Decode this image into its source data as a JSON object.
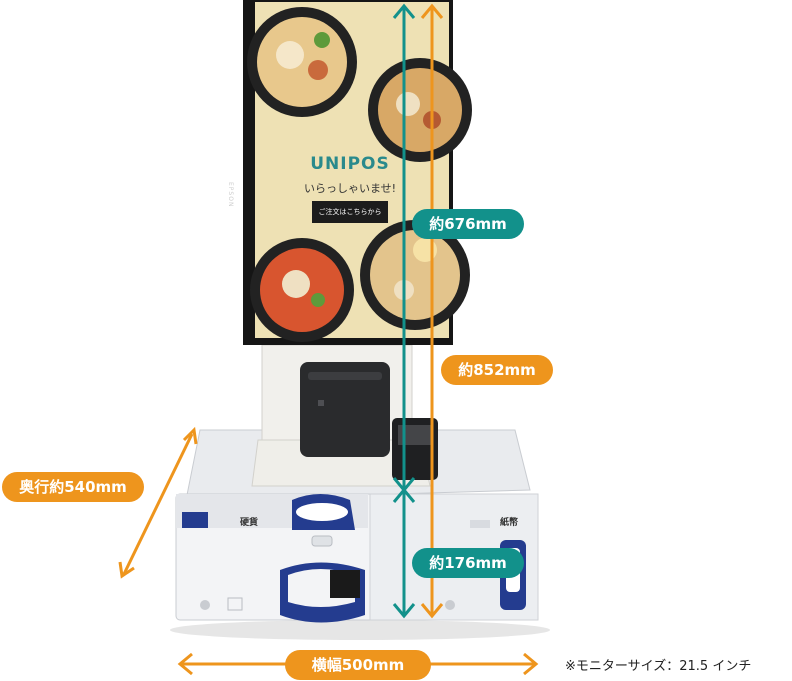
{
  "monitor": {
    "title": "UNIPOS",
    "welcome": "いらっしゃいませ!",
    "order_button": "ご注文はこちらから",
    "brand": "EPSON"
  },
  "machine": {
    "coin_label": "硬貨",
    "bill_label": "紙幣"
  },
  "dimensions": {
    "monitor_height": "約676mm",
    "total_height": "約852mm",
    "base_height": "約176mm",
    "depth": "奥行約540mm",
    "width": "横幅500mm"
  },
  "note": "※モニターサイズ：21.5 インチ",
  "colors": {
    "teal": "#12918b",
    "orange": "#ee951d",
    "navy": "#243c8f"
  }
}
